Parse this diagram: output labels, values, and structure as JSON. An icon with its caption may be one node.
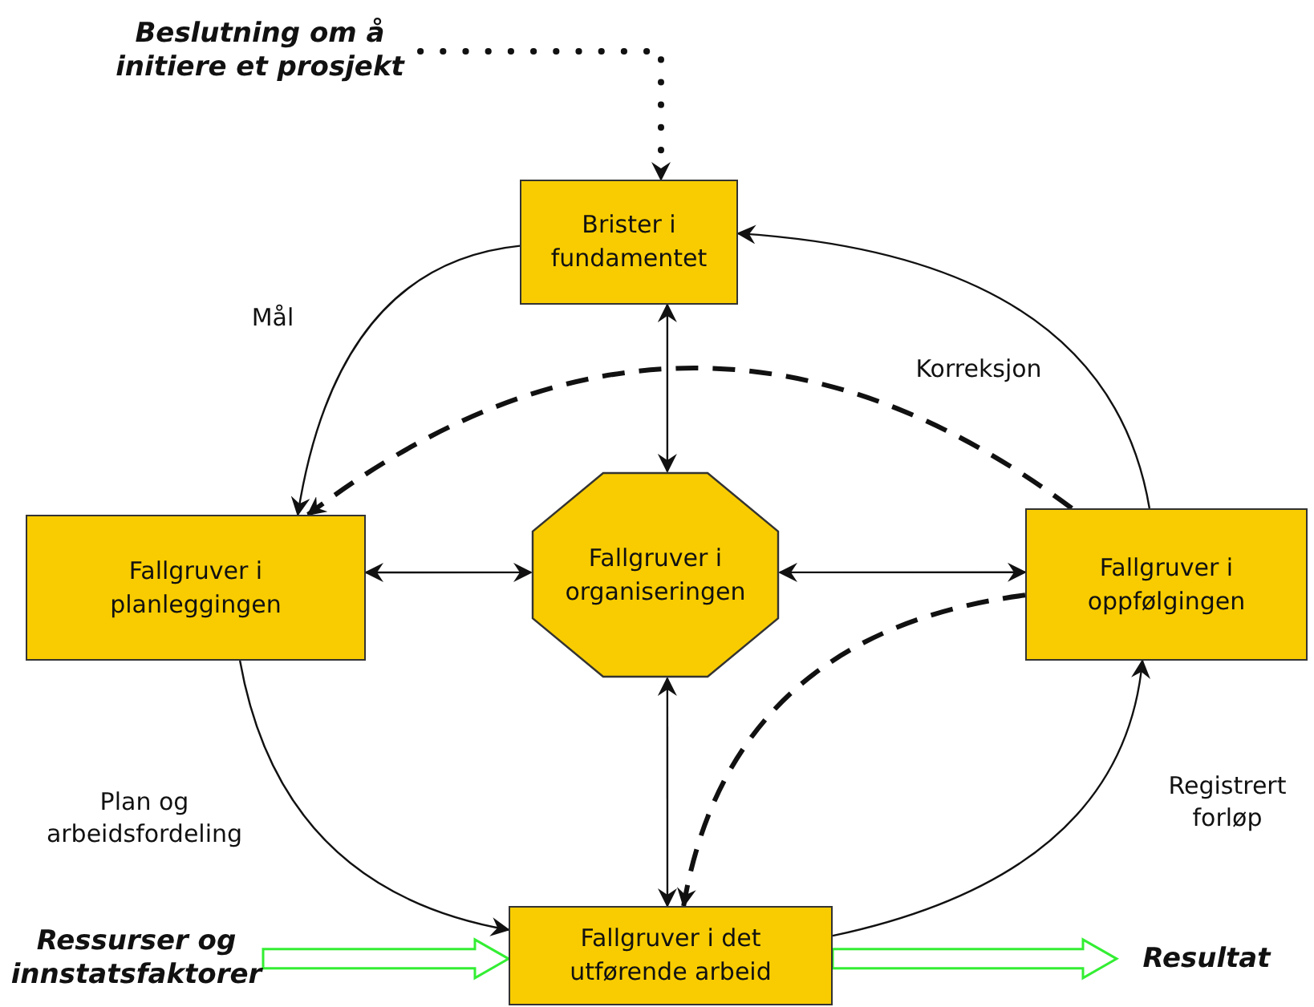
{
  "diagram": {
    "nodes": [
      {
        "text": [
          "Beslutning om å initiere et prosjekt"
        ]
      },
      {
        "text": [
          "Brister i fundamentet"
        ]
      },
      {
        "text": [
          "Fallgruver i planleggingen"
        ]
      },
      {
        "text": [
          "Fallgruver i organiseringen"
        ]
      },
      {
        "text": [
          "Fallgruver i oppfølgingen"
        ]
      },
      {
        "text": [
          "Fallgruver i det utførende arbeid"
        ]
      },
      {
        "text": [
          "Ressurser og innstatsfaktorer"
        ]
      },
      {
        "text": [
          "Resultat"
        ]
      }
    ],
    "edges": [
      {
        "from": 0,
        "to": 1,
        "arrow": "to",
        "style": "dashed"
      },
      {
        "from": 1,
        "to": 2,
        "arrow": "to",
        "label": "Mål"
      },
      {
        "from": 2,
        "to": 5,
        "arrow": "to",
        "label": "Plan og arbeidsfordeling"
      },
      {
        "from": 5,
        "to": 4,
        "arrow": "to",
        "label": "Registrert forløp"
      },
      {
        "from": 4,
        "to": 1,
        "arrow": "to",
        "label": "Korreksjon"
      },
      {
        "from": 4,
        "to": 2,
        "arrow": "to",
        "style": "dashed"
      },
      {
        "from": 4,
        "to": 5,
        "arrow": "to",
        "style": "dashed"
      },
      {
        "from": 1,
        "to": 3,
        "arrow": "both"
      },
      {
        "from": 2,
        "to": 3,
        "arrow": "both"
      },
      {
        "from": 3,
        "to": 4,
        "arrow": "both"
      },
      {
        "from": 3,
        "to": 5,
        "arrow": "both"
      },
      {
        "from": 6,
        "to": 5,
        "arrow": "to",
        "style": "thick",
        "color": "#33ee33"
      },
      {
        "from": 5,
        "to": 7,
        "arrow": "to",
        "style": "thick",
        "color": "#33ee33"
      }
    ]
  }
}
